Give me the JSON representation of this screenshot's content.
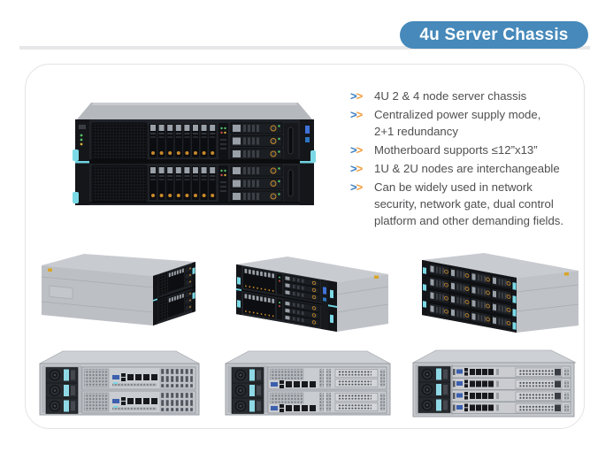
{
  "banner": {
    "label": "4u Server Chassis",
    "bg_color": "#4689ba",
    "text_color": "#ffffff"
  },
  "divider": {
    "color": "#e7e7e9"
  },
  "panel": {
    "border_color": "#e3e3e6"
  },
  "features": {
    "chevron1": ">",
    "chevron2": ">",
    "chevron1_color": "#3b7ec0",
    "chevron2_color": "#f29d3d",
    "text_color": "#4f4f51",
    "items": [
      {
        "lines": [
          "4U 2 & 4 node server chassis"
        ]
      },
      {
        "lines": [
          "Centralized power supply mode,",
          "2+1 redundancy"
        ]
      },
      {
        "lines": [
          "Motherboard supports ≤12”x13”"
        ]
      },
      {
        "lines": [
          "1U & 2U nodes are interchangeable"
        ]
      },
      {
        "lines": [
          "Can be widely used in network",
          "security, network gate, dual control",
          "platform and other demanding fields."
        ]
      }
    ]
  },
  "images": {
    "front": "4U server chassis front view with 2 nodes",
    "angled_left": "4U server chassis three-quarter view facing right",
    "angled_center": "4U server chassis three-quarter view facing left",
    "angled_storage": "4U server chassis three-quarter view with 16 drive bays",
    "rear_2node": "4U server chassis rear view with 2 nodes",
    "rear_2node_pcie": "4U server chassis rear view with 2 nodes and PCIe slots",
    "rear_4node": "4U server chassis rear view with 4 nodes"
  },
  "accents": {
    "cyan": "#7cd9e6",
    "orange": "#c98a2a"
  }
}
